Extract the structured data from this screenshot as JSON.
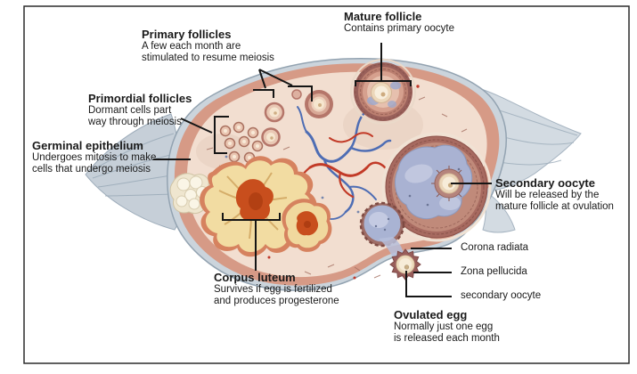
{
  "labels": {
    "mature_follicle": {
      "title": "Mature follicle",
      "line1": "Contains primary oocyte"
    },
    "primary_follicles": {
      "title": "Primary follicles",
      "line1": "A few each month are",
      "line2": "stimulated to resume meiosis"
    },
    "primordial_follicles": {
      "title": "Primordial follicles",
      "line1": "Dormant cells part",
      "line2": "way through meiosis"
    },
    "germinal_epithelium": {
      "title": "Germinal epithelium",
      "line1": "Undergoes mitosis to make",
      "line2": "cells that undergo meiosis"
    },
    "secondary_oocyte": {
      "title": "Secondary oocyte",
      "line1": "Will be released by the",
      "line2": "mature follicle at ovulation"
    },
    "corpus_luteum": {
      "title": "Corpus luteum",
      "line1": "Survives if egg is fertilized",
      "line2": "and produces progesterone"
    },
    "ovulated_egg": {
      "title": "Ovulated egg",
      "line1": "Normally just one egg",
      "line2": "is released each month"
    },
    "corona_radiata": "Corona radiata",
    "zona_pellucida": "Zona pellucida",
    "secondary_oocyte_part": "secondary oocyte"
  },
  "palette": {
    "capsule_gray": "#cbd4dc",
    "cortex_pink": "#d69a86",
    "medulla_cream": "#f2ded0",
    "follicle_wall_brown": "#99605a",
    "antrum_blue": "#a9b2d2",
    "corpus_luteum_yellow": "#f2dca2",
    "corpus_luteum_red": "#c84e1d",
    "artery_red": "#c23a27",
    "vein_blue": "#4e6db4",
    "leader_line_black": "#151515"
  }
}
